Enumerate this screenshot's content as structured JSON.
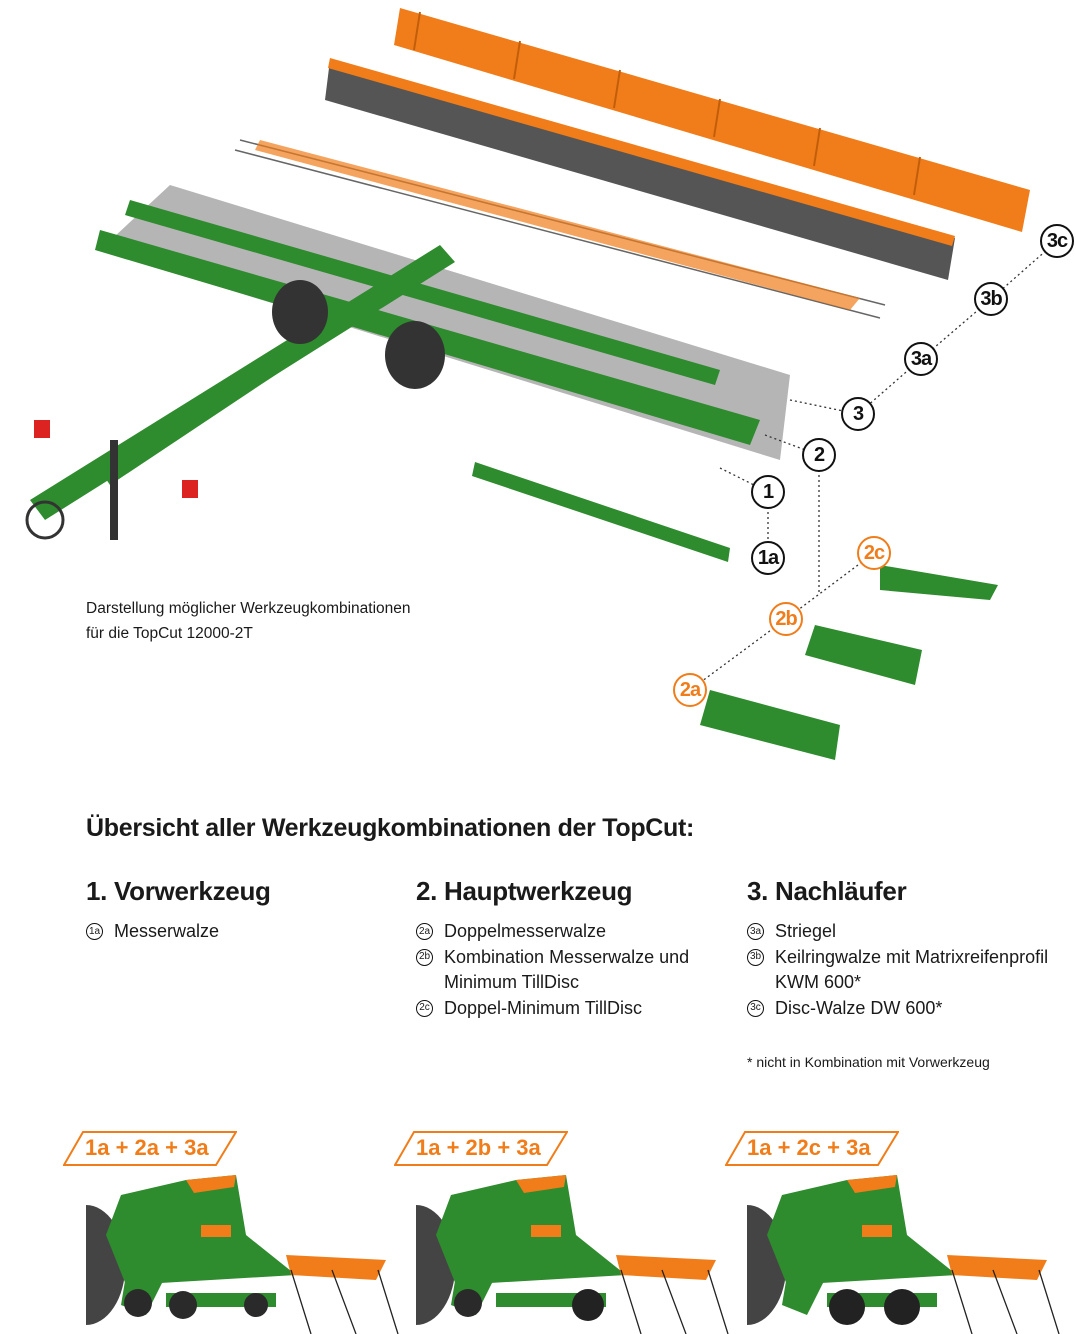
{
  "caption": {
    "line1": "Darstellung möglicher Werkzeugkombinationen",
    "line2": "für die TopCut 12000-2T"
  },
  "callouts": {
    "c3c": "3c",
    "c3b": "3b",
    "c3a": "3a",
    "c3": "3",
    "c2": "2",
    "c1": "1",
    "c1a": "1a",
    "c2c": "2c",
    "c2b": "2b",
    "c2a": "2a"
  },
  "overview_title": "Übersicht aller Werkzeugkombinationen der TopCut:",
  "columns": [
    {
      "title": "1. Vorwerkzeug",
      "items": [
        {
          "id": "1a",
          "label": "Messerwalze"
        }
      ]
    },
    {
      "title": "2. Hauptwerkzeug",
      "items": [
        {
          "id": "2a",
          "label": "Doppelmesserwalze"
        },
        {
          "id": "2b",
          "label": "Kombination Messerwalze und Minimum TillDisc"
        },
        {
          "id": "2c",
          "label": "Doppel-Minimum TillDisc"
        }
      ]
    },
    {
      "title": "3. Nachläufer",
      "items": [
        {
          "id": "3a",
          "label": "Striegel"
        },
        {
          "id": "3b",
          "label": "Keilringwalze mit Matrixreifenprofil KWM 600*"
        },
        {
          "id": "3c",
          "label": "Disc-Walze DW 600*"
        }
      ]
    }
  ],
  "footnote": "* nicht in Kombination mit Vorwerkzeug",
  "combinations": [
    "1a + 2a + 3a",
    "1a + 2b + 3a",
    "1a + 2c + 3a"
  ],
  "colors": {
    "green": "#2e8b2e",
    "orange": "#f07d1a",
    "grey": "#a8a8a8"
  }
}
